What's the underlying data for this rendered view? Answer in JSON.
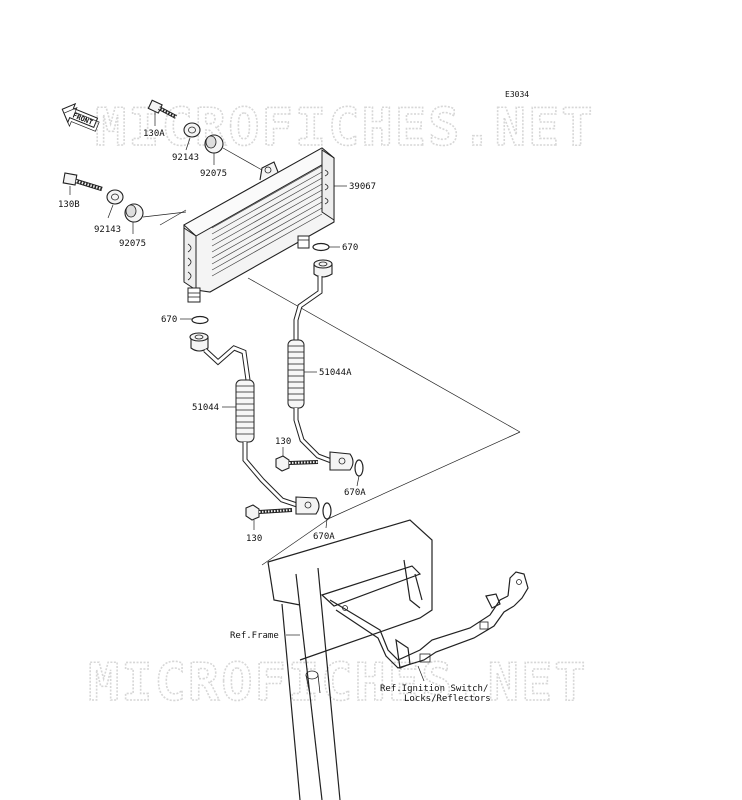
{
  "diagram_code": "E3034",
  "front_arrow_label": "FRONT",
  "watermark": "MICROFICHES.NET",
  "parts": {
    "p130A": "130A",
    "p92143_top": "92143",
    "p92075_top": "92075",
    "p130B": "130B",
    "p92143_left": "92143",
    "p92075_left": "92075",
    "p39067": "39067",
    "p670_right": "670",
    "p670_left": "670",
    "p51044A": "51044A",
    "p51044": "51044",
    "p130_upper": "130",
    "p670A_upper": "670A",
    "p130_lower": "130",
    "p670A_lower": "670A"
  },
  "references": {
    "frame": "Ref.Frame",
    "ignition_line1": "Ref.Ignition Switch/",
    "ignition_line2": "Locks/Reflectors"
  }
}
